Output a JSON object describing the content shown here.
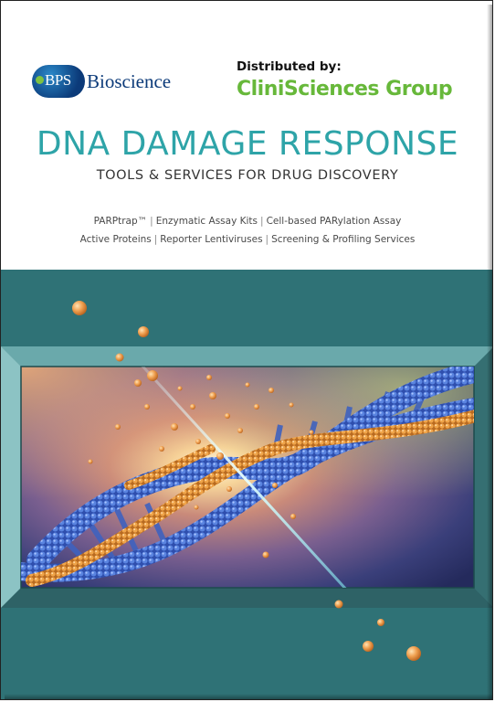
{
  "logo": {
    "mark": "BPS",
    "name": "Bioscience"
  },
  "distributor": {
    "label": "Distributed by:",
    "name": "CliniSciences Group"
  },
  "title": "DNA DAMAGE RESPONSE",
  "subtitle": "TOOLS & SERVICES FOR DRUG DISCOVERY",
  "products_row1": [
    "PARPtrap™",
    "Enzymatic Assay Kits",
    "Cell-based PARylation Assay"
  ],
  "products_row2": [
    "Active Proteins",
    "Reporter Lentiviruses",
    "Screening & Profiling Services"
  ],
  "separator": "|",
  "colors": {
    "title": "#2ea4a8",
    "distributor_name": "#67b83a",
    "logo_blue": "#0b3a79",
    "teal_band": "#2d6a6d",
    "dna_blue": "#3c64c8",
    "dna_orange": "#e8913b"
  }
}
